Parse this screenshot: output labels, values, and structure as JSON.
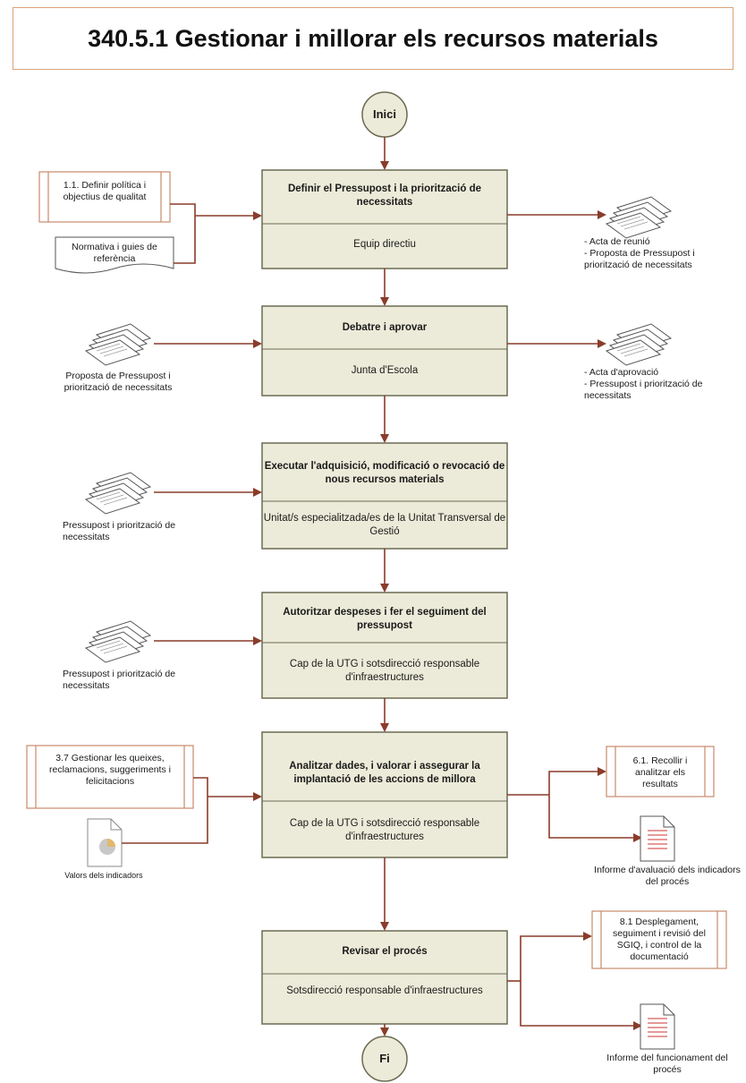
{
  "title": "340.5.1 Gestionar i millorar els recursos materials",
  "start": "Inici",
  "end": "Fi",
  "steps": [
    {
      "title": "Definir el Pressupost i la priorització de necessitats",
      "role": "Equip directiu"
    },
    {
      "title": "Debatre i aprovar",
      "role": "Junta d'Escola"
    },
    {
      "title": "Executar l'adquisició, modificació o revocació de nous recursos materials",
      "role": "Unitat/s especialitzada/es de la Unitat Transversal de Gestió"
    },
    {
      "title": "Autoritzar despeses i fer el seguiment del pressupost",
      "role": "Cap de la UTG i sotsdirecció responsable d'infraestructures"
    },
    {
      "title": "Analitzar dades, i valorar i assegurar la implantació de les accions de millora",
      "role": "Cap de la UTG i sotsdirecció responsable d'infraestructures"
    },
    {
      "title": "Revisar el procés",
      "role": "Sotsdirecció responsable d'infraestructures"
    }
  ],
  "inputs": {
    "step1_process": "1.1. Definir política i objectius de qualitat",
    "step1_doc": "Normativa i guies de referència",
    "step2_doc": "Proposta de Pressupost i priorització de necessitats",
    "step3_doc": "Pressupost i priorització de necessitats",
    "step4_doc": "Pressupost i priorització de necessitats",
    "step5_process": "3.7 Gestionar les queixes, reclamacions, suggeriments i felicitacions",
    "step5_doc": "Valors dels indicadors"
  },
  "outputs": {
    "step1_docs": "- Acta de reunió\n- Proposta de Pressupost i priorització de necessitats",
    "step2_docs": "- Acta d'aprovació\n- Pressupost i priorització de necessitats",
    "step5_process": "6.1. Recollir i analitzar els resultats",
    "step5_doc": "Informe d'avaluació dels indicadors del procés",
    "step6_process": "8.1 Desplegament, seguiment i revisió del SGIQ, i control de la documentació",
    "step6_doc": "Informe del funcionament del procés"
  },
  "colors": {
    "process_fill": "#ecebd9",
    "process_border": "#6b6b52",
    "arrow": "#8a3c2a",
    "title_border": "#d9a37a",
    "terminal_fill": "#ecebd9"
  }
}
